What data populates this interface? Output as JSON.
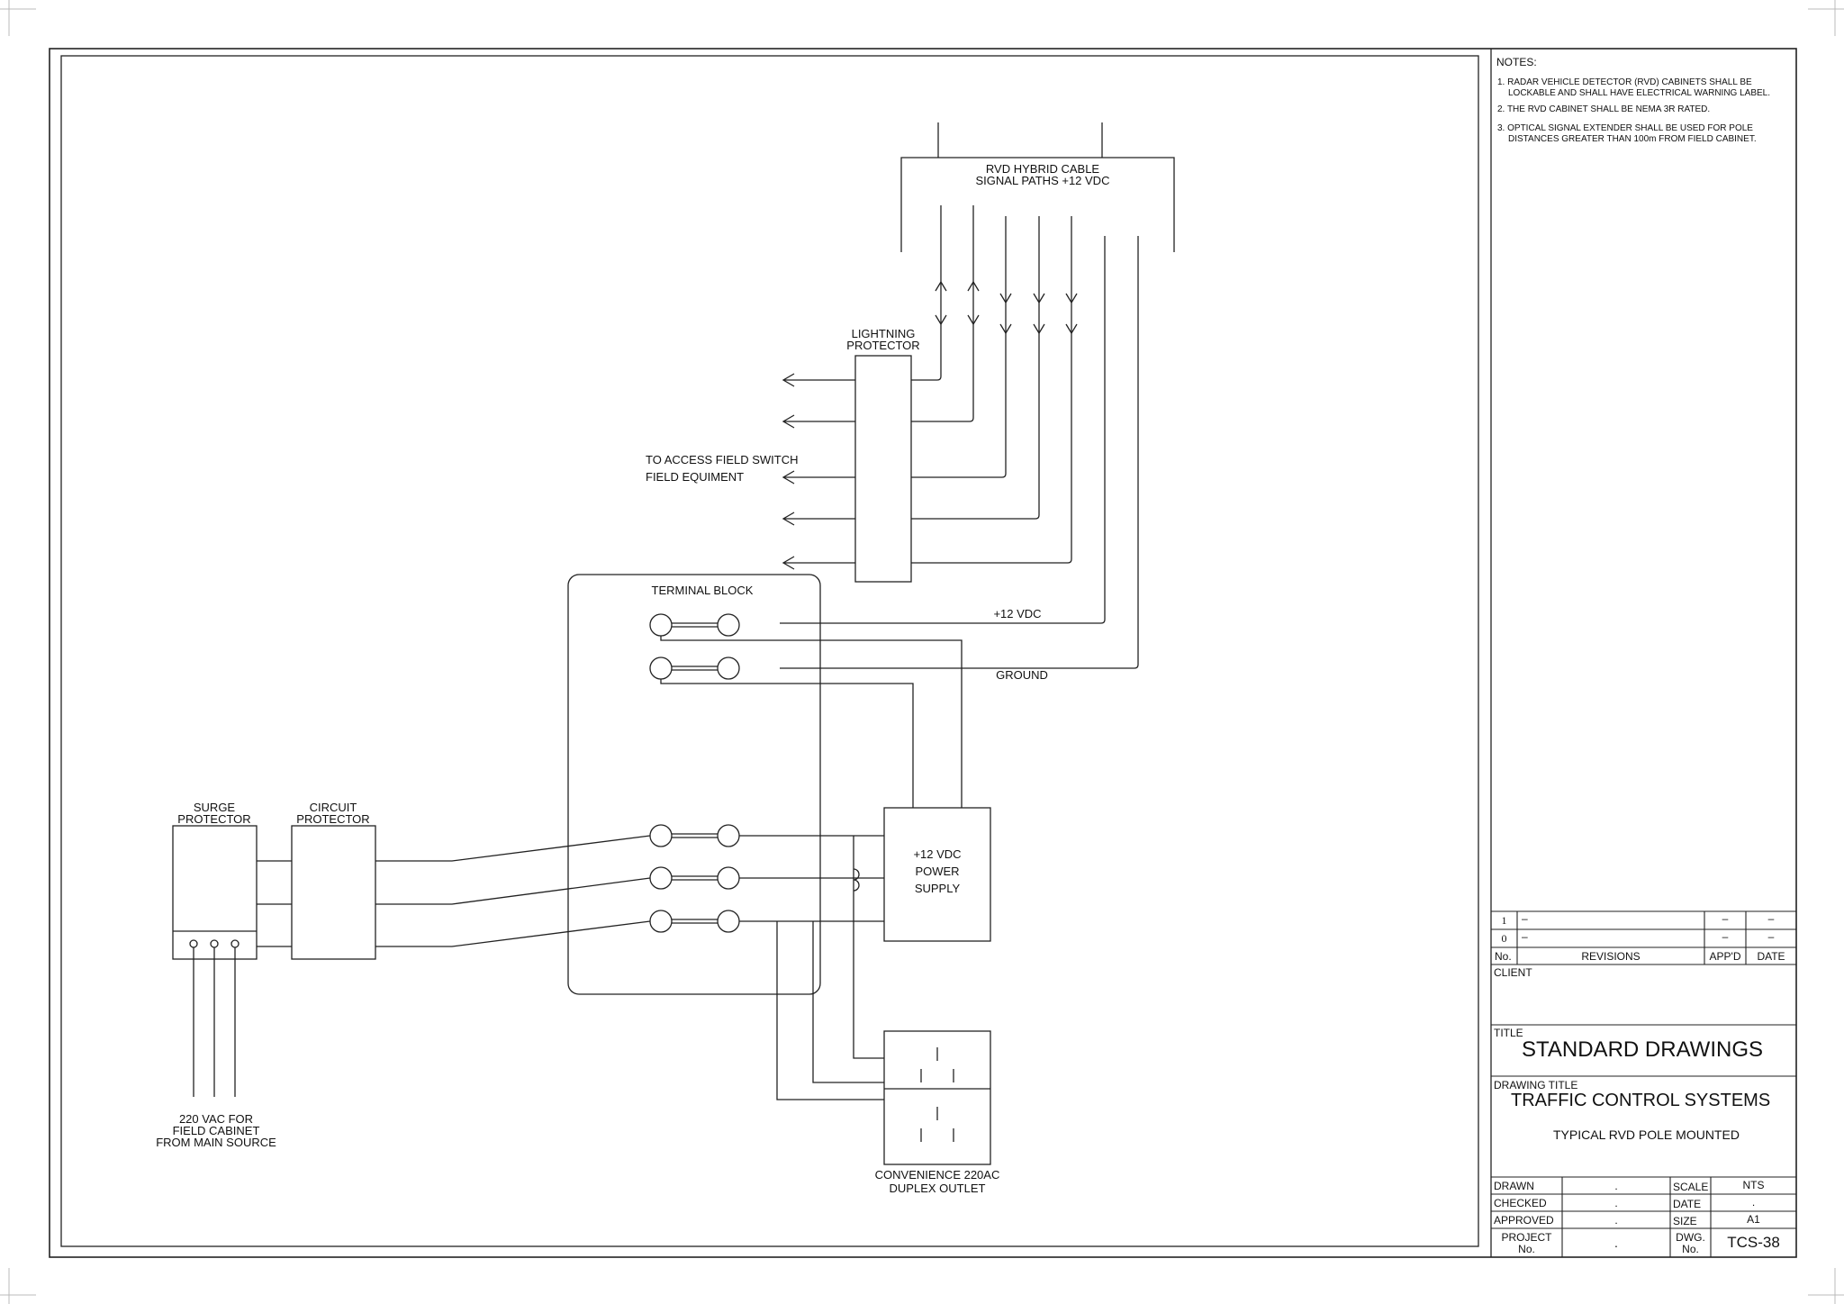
{
  "labels": {
    "rvd_cable_line1": "RVD HYBRID CABLE",
    "rvd_cable_line2": "SIGNAL PATHS +12 VDC",
    "lightning_line1": "LIGHTNING",
    "lightning_line2": "PROTECTOR",
    "access_line1": "TO ACCESS FIELD SWITCH",
    "access_line2": "FIELD EQUIMENT",
    "terminal_block": "TERMINAL BLOCK",
    "plus12_vdc": "+12 VDC",
    "ground": "GROUND",
    "surge_line1": "SURGE",
    "surge_line2": "PROTECTOR",
    "circuit_line1": "CIRCUIT",
    "circuit_line2": "PROTECTOR",
    "psu_line1": "+12 VDC",
    "psu_line2": "POWER",
    "psu_line3": "SUPPLY",
    "vac_line1": "220 VAC FOR",
    "vac_line2": "FIELD CABINET",
    "vac_line3": "FROM MAIN SOURCE",
    "outlet_line1": "CONVENIENCE 220AC",
    "outlet_line2": "DUPLEX OUTLET"
  },
  "notes": {
    "heading": "NOTES:",
    "items": [
      {
        "line1": "1. RADAR VEHICLE DETECTOR (RVD) CABINETS SHALL BE",
        "line2": "LOCKABLE AND SHALL HAVE ELECTRICAL WARNING LABEL."
      },
      {
        "line1": "2. THE RVD CABINET SHALL BE NEMA 3R RATED.",
        "line2": ""
      },
      {
        "line1": "3. OPTICAL SIGNAL EXTENDER SHALL BE USED FOR POLE",
        "line2": "DISTANCES GREATER THAN 100m FROM FIELD CABINET."
      }
    ]
  },
  "revisions": {
    "rows": [
      {
        "no": "1",
        "desc": "–",
        "appd": "–",
        "date": "–"
      },
      {
        "no": "0",
        "desc": "–",
        "appd": "–",
        "date": "–"
      }
    ],
    "header": {
      "no": "No.",
      "desc": "REVISIONS",
      "appd": "APP'D",
      "date": "DATE"
    }
  },
  "title_block": {
    "client_label": "CLIENT",
    "title_label": "TITLE",
    "title_value": "STANDARD DRAWINGS",
    "drawing_title_label": "DRAWING TITLE",
    "drawing_title_value": "TRAFFIC CONTROL SYSTEMS",
    "drawing_subtitle": "TYPICAL RVD POLE MOUNTED",
    "drawn_label": "DRAWN",
    "drawn_value": ".",
    "checked_label": "CHECKED",
    "checked_value": ".",
    "approved_label": "APPROVED",
    "approved_value": ".",
    "project_label_line1": "PROJECT",
    "project_label_line2": "No.",
    "project_value": ".",
    "scale_label": "SCALE",
    "scale_value": "NTS",
    "date_label": "DATE",
    "date_value": ".",
    "size_label": "SIZE",
    "size_value": "A1",
    "dwg_label_line1": "DWG.",
    "dwg_label_line2": "No.",
    "dwg_value": "TCS-38"
  }
}
